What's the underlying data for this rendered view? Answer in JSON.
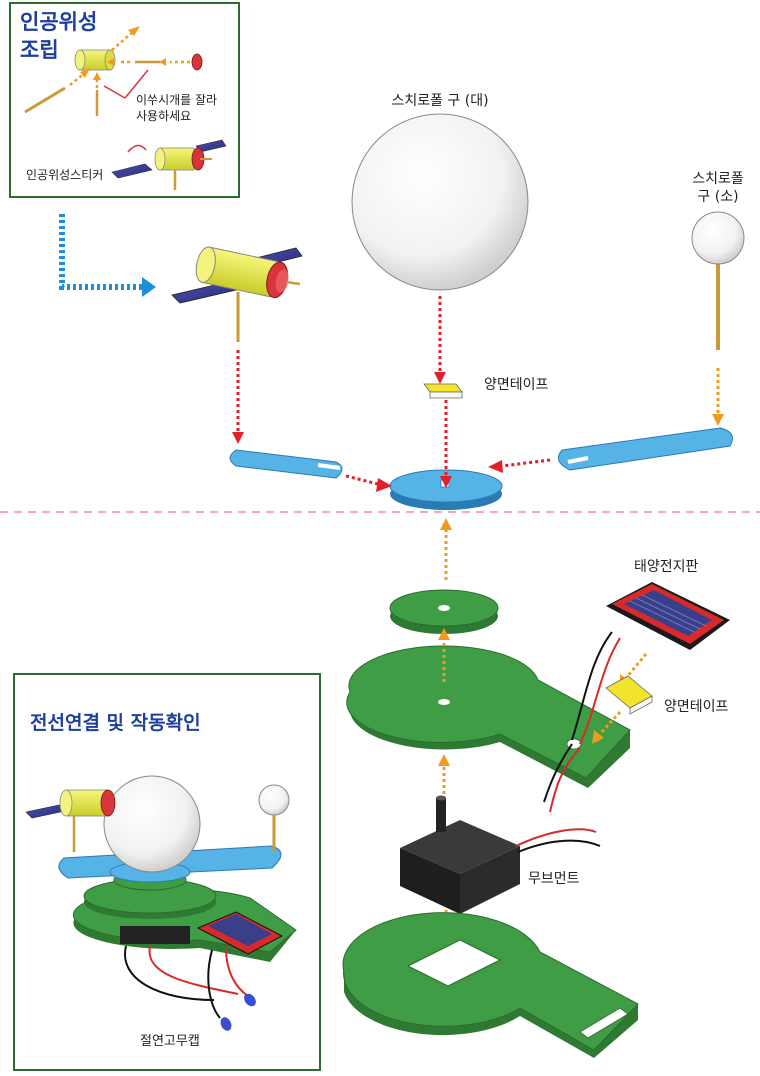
{
  "colors": {
    "box_border": "#2e6b2e",
    "green_part": "#3f9e45",
    "blue_part": "#56b3e6",
    "arrow_red": "#e0202a",
    "arrow_orange": "#f39a1e",
    "arrow_blue": "#1e8fd6",
    "divider": "#f08aa0",
    "title_blue": "#1f3f9e"
  },
  "box_top": {
    "title_line1": "인공위성",
    "title_line2": "조립",
    "note_line1": "이쑤시개를 잘라",
    "note_line2": "사용하세요",
    "sticker_label": "인공위성스티커"
  },
  "labels": {
    "big_sphere": "스치로폴 구 (대)",
    "small_sphere_line1": "스치로폴",
    "small_sphere_line2": "구 (소)",
    "tape_top": "양면테이프",
    "solar_panel": "태양전지판",
    "tape_right": "양면테이프",
    "movement": "무브먼트"
  },
  "box_bottom": {
    "title": "전선연결 및 작동확인",
    "cap_label": "절연고무캡"
  }
}
